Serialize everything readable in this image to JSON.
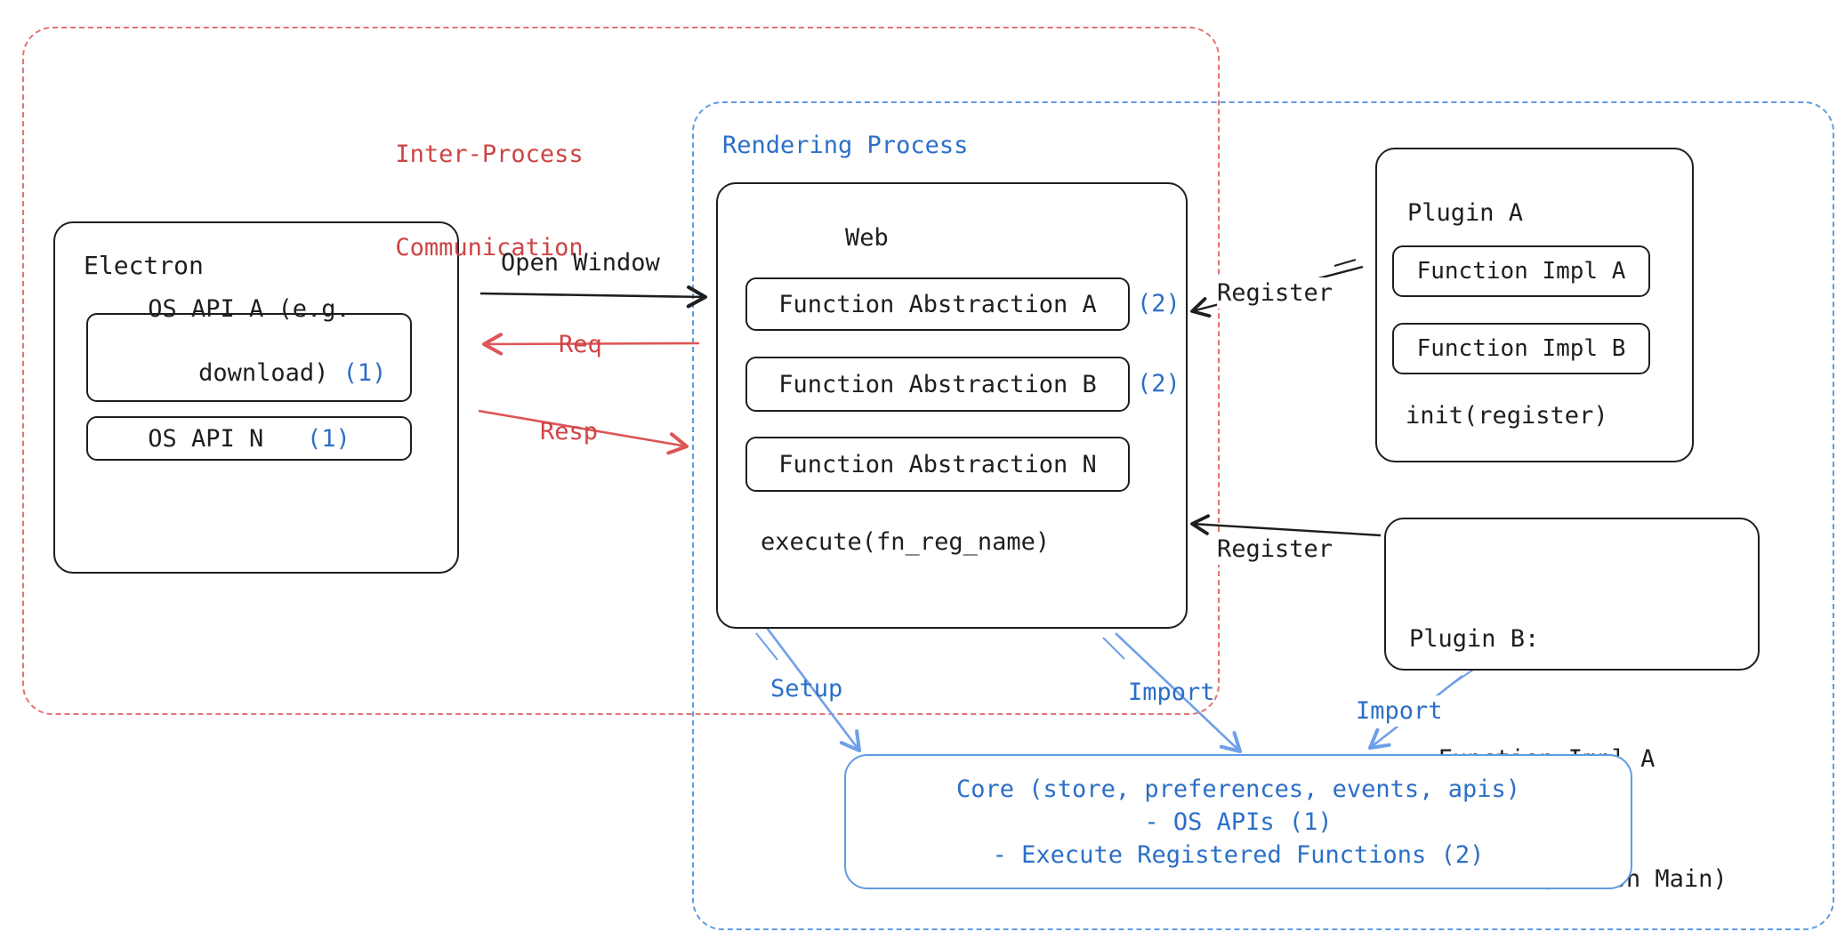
{
  "colors": {
    "ink": "#1e1e1e",
    "red_text": "#cf4444",
    "red_line": "#dd5555",
    "red_border": "#e57272",
    "blue_text": "#2b6fc7",
    "blue_border": "#5e9ce0",
    "blue_line": "#6f9fe8",
    "bg": "#ffffff"
  },
  "groups": {
    "ipc": {
      "line1": "Inter-Process",
      "line2": "Communication"
    },
    "rendering": {
      "label": "Rendering Process"
    }
  },
  "electron": {
    "title": "Electron",
    "api_a": {
      "line1": "OS API A (e.g.",
      "line2": "download)",
      "ref": "(1)"
    },
    "api_n": {
      "label": "OS API N",
      "ref": "(1)"
    }
  },
  "web": {
    "title": "Web",
    "abstractions": [
      {
        "label": "Function Abstraction A",
        "ref": "(2)"
      },
      {
        "label": "Function Abstraction B",
        "ref": "(2)"
      },
      {
        "label": "Function Abstraction N"
      }
    ],
    "execute": "execute(fn_reg_name)"
  },
  "plugin_a": {
    "title": "Plugin A",
    "impl_a": "Function Impl A",
    "impl_b": "Function Impl B",
    "init": "init(register)"
  },
  "plugin_b": {
    "title": "Plugin B:",
    "item1": "- Function Impl A",
    "item2": "- Module (run on Main)"
  },
  "core": {
    "line1": "Core (store, preferences, events, apis)",
    "line2": "- OS APIs (1)",
    "line3": "- Execute Registered Functions (2)"
  },
  "labels": {
    "open_window": "Open Window",
    "req": "Req",
    "resp": "Resp",
    "register_a": "Register",
    "register_b": "Register",
    "setup": "Setup",
    "import_web": "Import",
    "import_plugin_b": "Import"
  }
}
